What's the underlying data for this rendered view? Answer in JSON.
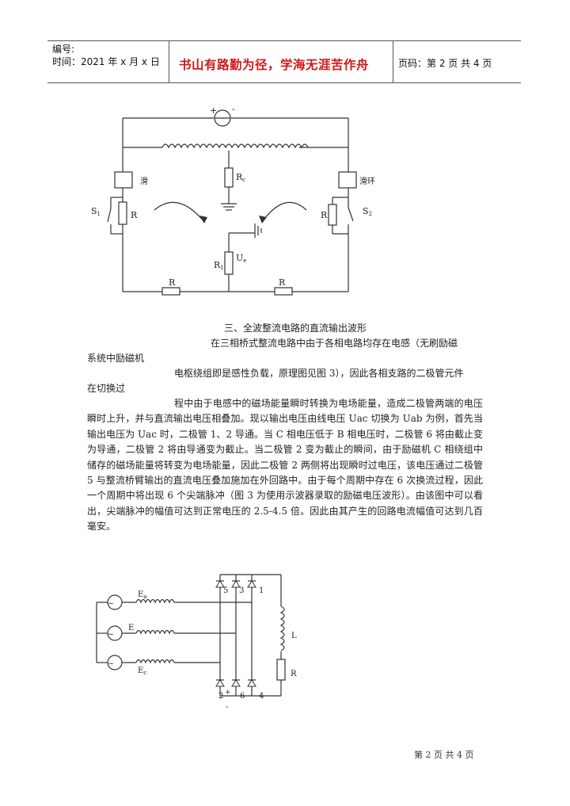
{
  "header": {
    "serial_label": "编号:",
    "time_label": "时间：2021 年 x 月 x 日",
    "motto": "书山有路勤为径，学海无涯苦作舟",
    "page_info": "页码：第 2 页  共 4 页"
  },
  "circuit1": {
    "labels": {
      "plus": "+",
      "minus": "-",
      "slip_left": "滑",
      "slip_right": "滑环",
      "s1": "S",
      "s1_sub": "1",
      "s2": "S",
      "s2_sub": "2",
      "r_left": "R",
      "r_right": "R",
      "r_center": "R",
      "r_center_sub": "c",
      "r_bottom_left": "R",
      "r_bottom_right": "R",
      "r1": "R",
      "r1_sub": "1",
      "ue": "U",
      "ue_sub": "e"
    }
  },
  "text": {
    "section_title": "三、全波整流电路的直流输出波形",
    "p1_line1": "在三相桥式整流电路中由于各相电路均存在电感（无刷励磁",
    "p1_line2": "系统中励磁机",
    "p2_line1": "电枢绕组即是感性负载，原理图见图 3），因此各相支路的二极管元件",
    "p2_line2": "在切换过",
    "p3": "程中由于电感中的磁场能量瞬时转换为电场能量，造成二极管两端的电压瞬时上升，并与直流输出电压相叠加。现以输出电压由线电压 Uac 切换为 Uab 为例，首先当输出电压为 Uac 时，二极管 1、2 导通。当 C 相电压低于 B 相电压时，二极管 6 将由截止变为导通，二极管 2 将由导通变为截止。当二极管 2 变为截止的瞬间，由于励磁机 C 相绕组中储存的磁场能量将转变为电场能量，因此二极管 2 两侧将出现瞬时过电压，该电压通过二极管 5 与整流桥臂输出的直流电压叠加施加在外回路中。由于每个周期中存在 6 次换流过程，因此一个周期中将出现 6 个尖端脉冲（图 3 为使用示波器录取的励磁电压波形）。由该图中可以看出，尖端脉冲的幅值可达到正常电压的 2.5-4.5 倍。因此由其产生的回路电流幅值可达到几百毫安。"
  },
  "circuit2": {
    "labels": {
      "ea": "E",
      "ea_sub": "a",
      "eb": "E",
      "ec": "E",
      "ec_sub": "c",
      "d5": "5",
      "d3": "3",
      "d1": "1",
      "d2": "2",
      "d6": "6",
      "d4": "4",
      "plus": "+",
      "minus": "-",
      "l": "L",
      "r": "R"
    }
  },
  "footer": {
    "page_info": "第 2 页 共 4 页"
  }
}
